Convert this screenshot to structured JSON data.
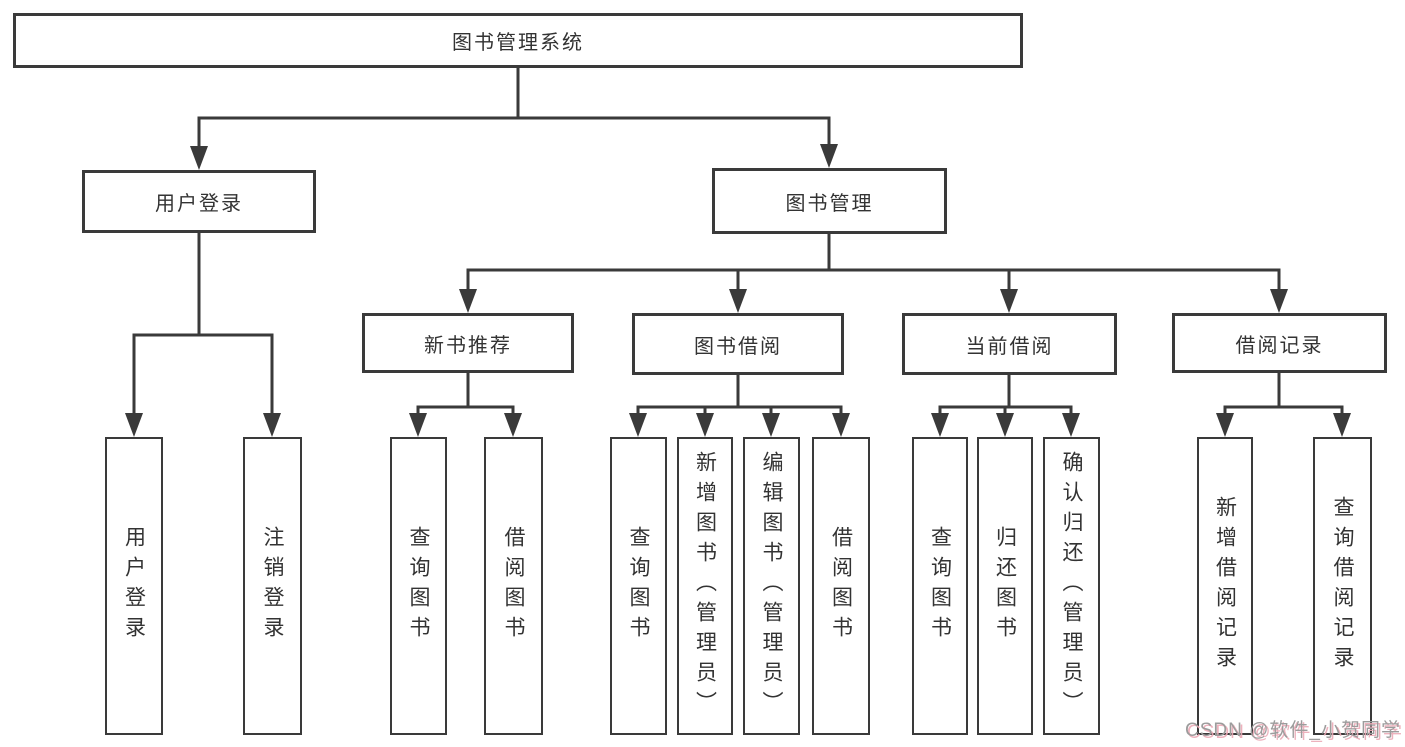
{
  "diagram": {
    "type": "hierarchy-diagram",
    "title": "图书管理系统"
  },
  "colors": {
    "background": "#ffffff",
    "line": "#3a3a3a",
    "box_border": "#3a3a3a",
    "text": "#333333",
    "watermark_gray": "#9c9c9c",
    "watermark_pink": "#ebaab6"
  },
  "nodes": {
    "root": {
      "label": "图书管理系统"
    },
    "user_login": {
      "label": "用户登录"
    },
    "book_mgmt": {
      "label": "图书管理"
    },
    "new_book_rec": {
      "label": "新书推荐"
    },
    "book_borrow": {
      "label": "图书借阅"
    },
    "current_borrow": {
      "label": "当前借阅"
    },
    "borrow_records": {
      "label": "借阅记录"
    },
    "leaf_user_login": {
      "label": "用户登录"
    },
    "leaf_logout": {
      "label": "注销登录"
    },
    "leaf_query_book_1": {
      "label": "查询图书"
    },
    "leaf_borrow_book_1": {
      "label": "借阅图书"
    },
    "leaf_query_book_2": {
      "label": "查询图书"
    },
    "leaf_add_book": {
      "label": "新增图书（管理员）"
    },
    "leaf_edit_book": {
      "label": "编辑图书（管理员）"
    },
    "leaf_borrow_book_2": {
      "label": "借阅图书"
    },
    "leaf_query_book_3": {
      "label": "查询图书"
    },
    "leaf_return_book": {
      "label": "归还图书"
    },
    "leaf_confirm_return": {
      "label": "确认归还（管理员）"
    },
    "leaf_add_record": {
      "label": "新增借阅记录"
    },
    "leaf_query_record": {
      "label": "查询借阅记录"
    }
  },
  "edges": [
    [
      "root",
      "user_login"
    ],
    [
      "root",
      "book_mgmt"
    ],
    [
      "user_login",
      "leaf_user_login"
    ],
    [
      "user_login",
      "leaf_logout"
    ],
    [
      "book_mgmt",
      "new_book_rec"
    ],
    [
      "book_mgmt",
      "book_borrow"
    ],
    [
      "book_mgmt",
      "current_borrow"
    ],
    [
      "book_mgmt",
      "borrow_records"
    ],
    [
      "new_book_rec",
      "leaf_query_book_1"
    ],
    [
      "new_book_rec",
      "leaf_borrow_book_1"
    ],
    [
      "book_borrow",
      "leaf_query_book_2"
    ],
    [
      "book_borrow",
      "leaf_add_book"
    ],
    [
      "book_borrow",
      "leaf_edit_book"
    ],
    [
      "book_borrow",
      "leaf_borrow_book_2"
    ],
    [
      "current_borrow",
      "leaf_query_book_3"
    ],
    [
      "current_borrow",
      "leaf_return_book"
    ],
    [
      "current_borrow",
      "leaf_confirm_return"
    ],
    [
      "borrow_records",
      "leaf_add_record"
    ],
    [
      "borrow_records",
      "leaf_query_record"
    ]
  ],
  "watermark": {
    "text": "CSDN @软件_小贺同学"
  }
}
